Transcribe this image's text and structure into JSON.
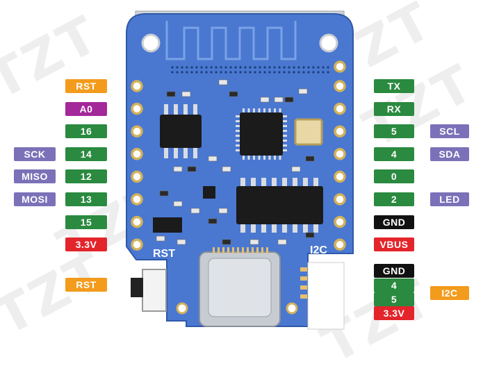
{
  "watermark": "TZT",
  "colors": {
    "orange": "#f39b1c",
    "purple": "#a3289a",
    "green": "#2a8a3f",
    "lavender": "#7b71b8",
    "red": "#e3242b",
    "black": "#111111",
    "board": "#4a78d0"
  },
  "left_pins": [
    {
      "label": "RST",
      "color": "orange"
    },
    {
      "label": "A0",
      "color": "purple"
    },
    {
      "label": "16",
      "color": "green"
    },
    {
      "label": "14",
      "color": "green"
    },
    {
      "label": "12",
      "color": "green"
    },
    {
      "label": "13",
      "color": "green"
    },
    {
      "label": "15",
      "color": "green"
    },
    {
      "label": "3.3V",
      "color": "red"
    }
  ],
  "left_alt": [
    {
      "label": "SCK",
      "row": 3
    },
    {
      "label": "MISO",
      "row": 4
    },
    {
      "label": "MOSI",
      "row": 5
    }
  ],
  "right_pins": [
    {
      "label": "TX",
      "color": "green"
    },
    {
      "label": "RX",
      "color": "green"
    },
    {
      "label": "5",
      "color": "green"
    },
    {
      "label": "4",
      "color": "green"
    },
    {
      "label": "0",
      "color": "green"
    },
    {
      "label": "2",
      "color": "green"
    },
    {
      "label": "GND",
      "color": "black"
    },
    {
      "label": "VBUS",
      "color": "red"
    }
  ],
  "right_alt": [
    {
      "label": "SCL",
      "row": 2
    },
    {
      "label": "SDA",
      "row": 3
    },
    {
      "label": "LED",
      "row": 5
    }
  ],
  "reset_button_label": "RST",
  "connector_pins": [
    {
      "label": "GND",
      "color": "black"
    },
    {
      "label": "4",
      "color": "green"
    },
    {
      "label": "5",
      "color": "green"
    },
    {
      "label": "3.3V",
      "color": "red"
    }
  ],
  "connector_label": "I2C",
  "silkscreen": {
    "rst": "RST",
    "i2c": "I2C"
  }
}
